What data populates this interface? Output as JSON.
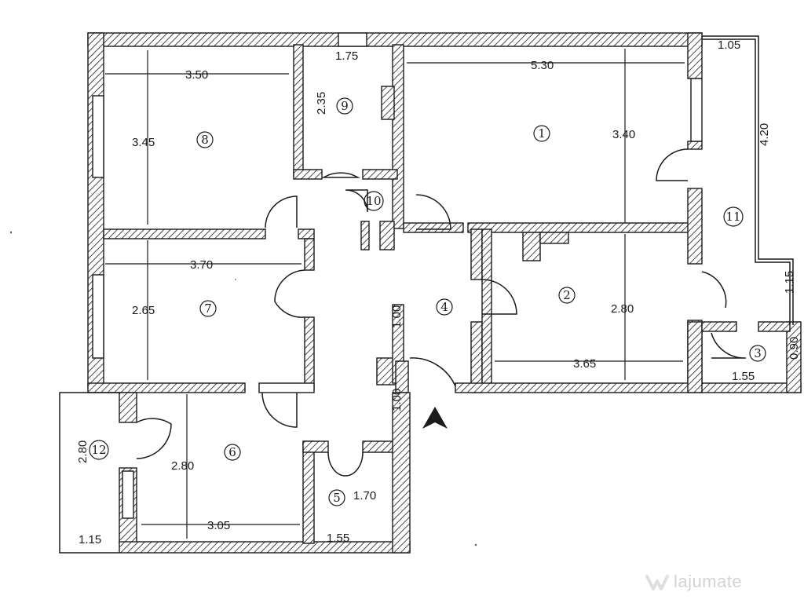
{
  "dimensions": {
    "room8_width": "3.50",
    "room8_height": "3.45",
    "room9_width": "1.75",
    "room9_height": "2.35",
    "room1_width": "5.30",
    "room1_height": "3.40",
    "balcony_top": "1.05",
    "balcony_side": "4.20",
    "room7_width": "3.70",
    "room7_height": "2.65",
    "room2_width": "3.65",
    "room2_height": "2.80",
    "hall_upper": "1.00",
    "hall_lower": "1.00",
    "balcony_lower_side": "1.15",
    "room3_height": "0.90",
    "room3_width": "1.55",
    "room12_height": "2.80",
    "room12_width": "1.15",
    "room6_height": "2.80",
    "room6_width": "3.05",
    "room5_height": "1.70",
    "room5_width": "1.55"
  },
  "rooms": {
    "r1": "1",
    "r2": "2",
    "r3": "3",
    "r4": "4",
    "r5": "5",
    "r6": "6",
    "r7": "7",
    "r8": "8",
    "r9": "9",
    "r10": "10",
    "r11": "11",
    "r12": "12"
  },
  "watermark": {
    "text": "lajumate"
  },
  "colors": {
    "line": "#1a1a1a",
    "watermark": "#9a9a9a"
  }
}
